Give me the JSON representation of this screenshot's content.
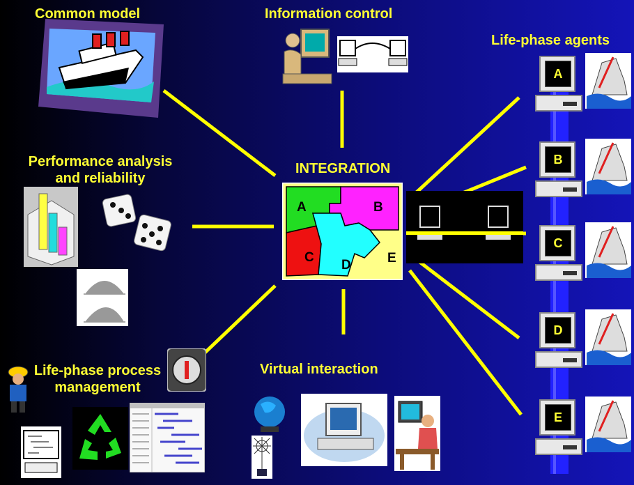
{
  "labels": {
    "common_model": "Common model",
    "information_control": "Information control",
    "life_phase_agents": "Life-phase agents",
    "performance_line1": "Performance analysis",
    "performance_line2": "and reliability",
    "integration": "INTEGRATION",
    "process_line1": "Life-phase process",
    "process_line2": "management",
    "virtual_interaction": "Virtual interaction"
  },
  "integration_pieces": [
    {
      "id": "A",
      "color": "#22dd22"
    },
    {
      "id": "B",
      "color": "#ff22ff"
    },
    {
      "id": "C",
      "color": "#ee1111"
    },
    {
      "id": "D",
      "color": "#22ffff"
    },
    {
      "id": "E",
      "color": "#ffff88"
    }
  ],
  "agents": [
    "A",
    "B",
    "C",
    "D",
    "E"
  ],
  "colors": {
    "label": "#ffff33",
    "connector": "#ffff00",
    "bus": "#2222ff"
  },
  "icons": {
    "ship": "cruise-ship-icon",
    "person_computer": "person-at-computer-icon",
    "network": "networked-computers-icon",
    "chart": "3d-bar-chart-icon",
    "dice": "dice-icon",
    "distribution": "distribution-graph-icon",
    "gauge": "gauge-icon",
    "worker": "construction-worker-icon",
    "recycle": "recycle-icon",
    "gantt": "gantt-chart-icon",
    "globe": "globe-icon",
    "web": "spider-web-icon",
    "laptop": "computer-icon",
    "user": "user-at-computer-icon"
  }
}
